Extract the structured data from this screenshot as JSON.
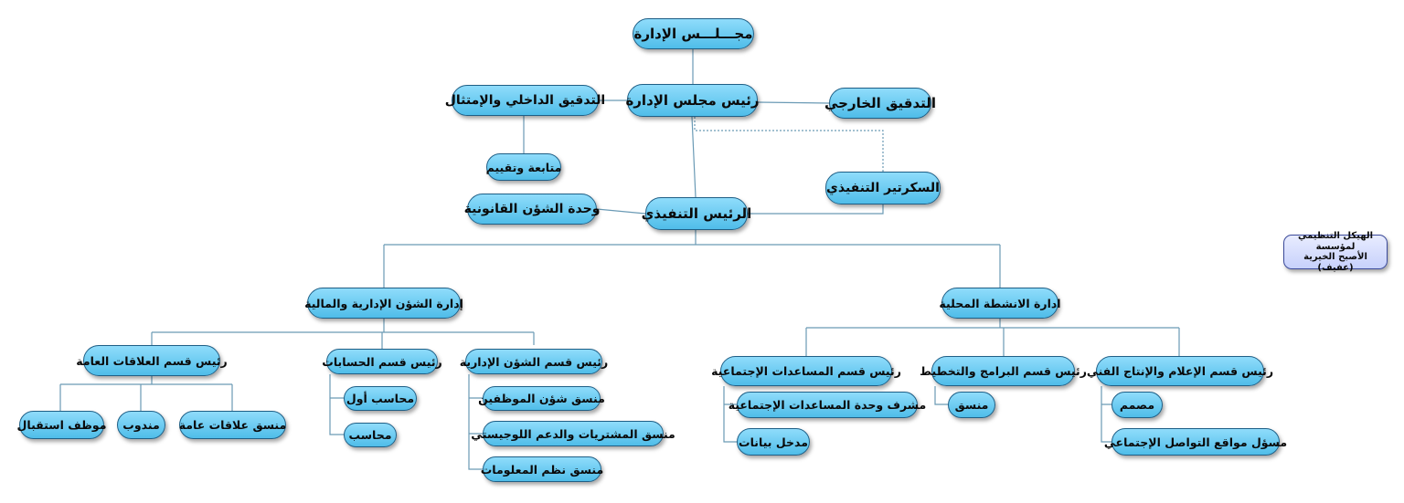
{
  "diagram": {
    "side_title_line1": "الهيكل التنظيمي لمؤسسة",
    "side_title_line2": "الأصبح الخيرية (عفيف)",
    "nodes": {
      "board": "مجـــلـــس الإدارة",
      "chairman": "رئيس مجلس الإدارة",
      "internal_audit": "التدقيق الداخلي والإمتثال",
      "external_audit": "التدقيق الخارجي",
      "follow_up": "متابعة وتقييم",
      "exec_secretary": "السكرتير التنفيذي",
      "legal_unit": "وحدة الشؤن القانونية",
      "ceo": "الرئيس التنفيذي",
      "admin_finance": "إدارة الشؤن الإدارية والمالية",
      "local_activities": "ادارة الانشطة المحلية",
      "pr_head": "رئيس قسم العلاقات العامة",
      "accounts_head": "رئيس قسم الحسابات",
      "admin_affairs_head": "رئيس قسم الشؤن الإدارية",
      "social_aid_head": "رئيس قسم المساعدات الإجتماعية",
      "programs_head": "رئيس قسم البرامج والتخطيط",
      "media_head": "رئيس قسم الإعلام والإنتاج الفني",
      "reception": "موظف استقبال",
      "delegate": "مندوب",
      "pr_coordinator": "منسق علاقات عامة",
      "senior_accountant": "محاسب أول",
      "accountant": "محاسب",
      "hr_coordinator": "منسق شؤن الموظفين",
      "procurement_coordinator": "منسق المشتريات والدعم اللوجيستي",
      "it_coordinator": "منسق نظم المعلومات",
      "social_aid_supervisor": "مشرف وحدة المساعدات الإجتماعية",
      "data_entry": "مدخل بيانات",
      "coordinator": "منسق",
      "designer": "مصمم",
      "social_media_officer": "مسؤل مواقع التواصل الإجتماعي"
    }
  },
  "colors": {
    "node_fill_top": "#8fdcfb",
    "node_fill_bottom": "#4fbde9",
    "node_border": "#1f5f86",
    "connector": "#6a9ab5"
  }
}
